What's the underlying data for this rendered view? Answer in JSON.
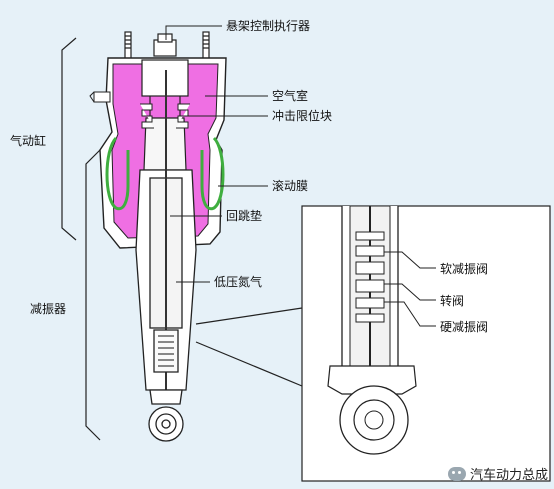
{
  "labels": {
    "actuator": "悬架控制执行器",
    "air_chamber": "空气室",
    "bump_stop": "冲击限位块",
    "rolling_diaphragm": "滚动膜",
    "rebound_pad": "回跳垫",
    "low_pressure_nitrogen": "低压氮气",
    "air_cylinder": "气动缸",
    "shock_absorber": "减振器",
    "soft_valve": "软减振阀",
    "rotary_valve": "转阀",
    "hard_valve": "硬减振阀"
  },
  "watermark": "汽车动力总成",
  "colors": {
    "background": "#e6f1f8",
    "air_chamber": "#ef6fe3",
    "diaphragm": "#3fae3f",
    "outline": "#1c1c1c"
  }
}
